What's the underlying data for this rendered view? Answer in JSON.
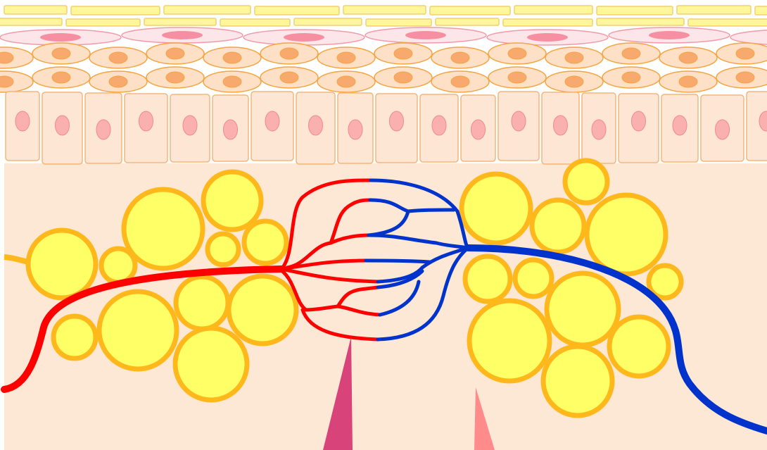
{
  "figure": {
    "subject": "skin-cross-section-with-blood-vessels-and-adipocytes",
    "colors": {
      "background": "#ffffff",
      "dermis": "#fde8d6",
      "keratin_fill": "#fff79a",
      "keratin_stroke": "#f2cf70",
      "flat_cell_fill": "#fde6ea",
      "flat_cell_stroke": "#f29aa8",
      "flat_nucleus": "#f78fa3",
      "spinous_fill": "#fde0c6",
      "spinous_stroke": "#f5a441",
      "spinous_nucleus": "#f8aa6e",
      "basal_fill": "#fde6d4",
      "basal_stroke": "#f3b57c",
      "basal_nucleus": "#fbb0b0",
      "artery": "#ff0000",
      "vein": "#0033cc",
      "fat_fill": "#ffff66",
      "fat_stroke": "#ffb81c",
      "spike_dark": "#d8447a",
      "spike_light": "#ff8b8b"
    },
    "vessels": [
      "artery",
      "vein",
      "capillary-bed"
    ]
  }
}
